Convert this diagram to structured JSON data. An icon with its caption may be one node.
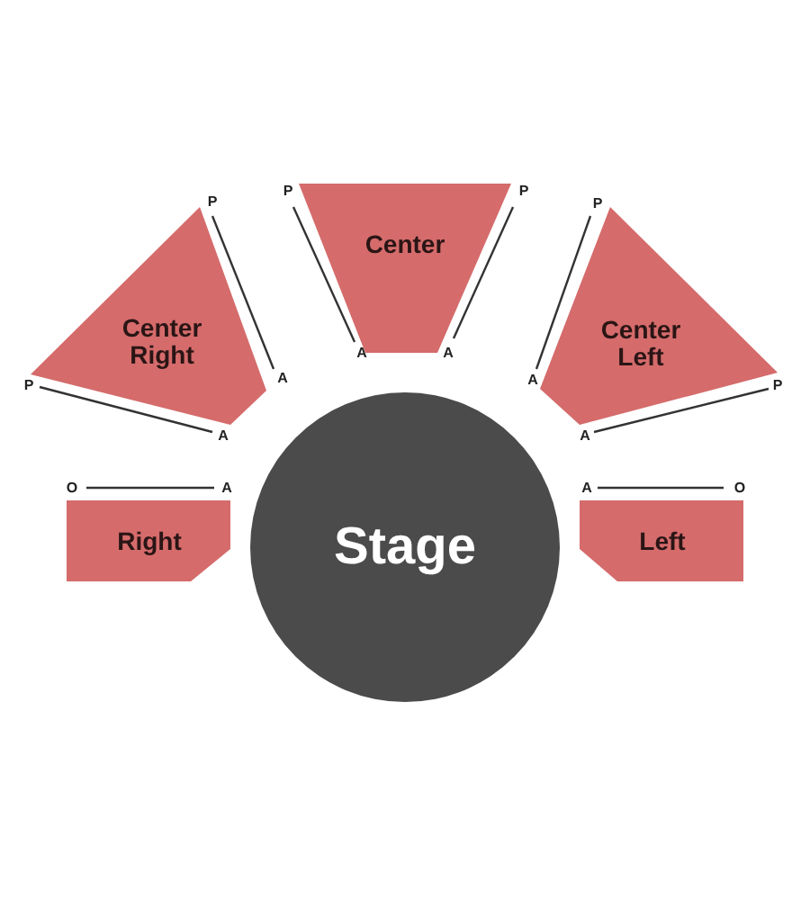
{
  "diagram": {
    "nodes": [
      {
        "text": [
          "Center"
        ],
        "beside": [
          "P",
          "P",
          "A",
          "A"
        ]
      },
      {
        "text": [
          "Center Right"
        ],
        "beside": [
          "P",
          "A",
          "P",
          "A"
        ]
      },
      {
        "text": [
          "Center Left"
        ],
        "beside": [
          "P",
          "A",
          "P",
          "A"
        ]
      },
      {
        "text": [
          "Right"
        ],
        "beside": [
          "O",
          "A"
        ]
      },
      {
        "text": [
          "Stage"
        ]
      },
      {
        "text": [
          "Left"
        ],
        "beside": [
          "A",
          "O"
        ]
      }
    ]
  }
}
